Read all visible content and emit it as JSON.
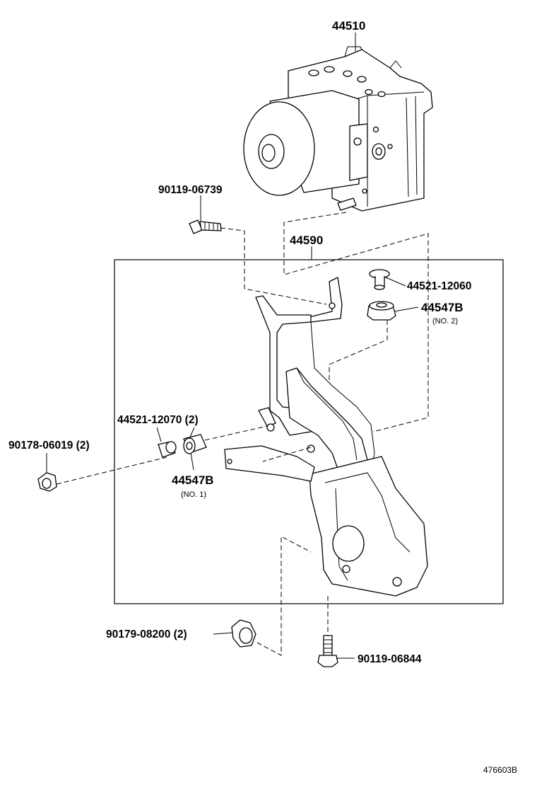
{
  "diagram": {
    "figure_id": "476603B",
    "parts": [
      {
        "label": "44510",
        "sub": ""
      },
      {
        "label": "90119-06739",
        "sub": ""
      },
      {
        "label": "44590",
        "sub": ""
      },
      {
        "label": "44521-12060",
        "sub": ""
      },
      {
        "label": "44547B",
        "sub": "(NO. 2)"
      },
      {
        "label": "44521-12070 (2)",
        "sub": ""
      },
      {
        "label": "90178-06019 (2)",
        "sub": ""
      },
      {
        "label": "44547B",
        "sub": "(NO. 1)"
      },
      {
        "label": "90179-08200 (2)",
        "sub": ""
      },
      {
        "label": "90119-06844",
        "sub": ""
      }
    ]
  }
}
